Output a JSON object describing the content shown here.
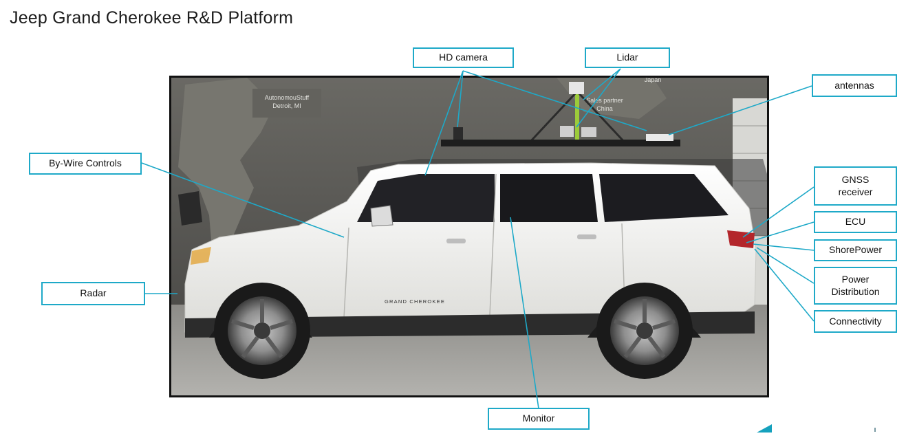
{
  "title": "Jeep Grand Cherokee R&D Platform",
  "labels": {
    "hd_camera": "HD camera",
    "lidar": "Lidar",
    "antennas": "antennas",
    "by_wire_controls": "By-Wire Controls",
    "gnss_line1": "GNSS",
    "gnss_line2": "receiver",
    "ecu": "ECU",
    "shorepower": "ShorePower",
    "power_line1": "Power",
    "power_line2": "Distribution",
    "connectivity": "Connectivity",
    "radar": "Radar",
    "monitor": "Monitor"
  },
  "photo": {
    "wall_text_1_line1": "AutonomouStuff",
    "wall_text_1_line2": "Detroit, MI",
    "wall_text_2_line1": "Sales partner",
    "wall_text_2_line2": "China",
    "wall_text_3": "Japan",
    "badge": "GRAND CHEROKEE"
  },
  "colors": {
    "accent": "#1ea9c8",
    "vehicle": "#f4f4f2",
    "wall": "#5b5a57"
  }
}
